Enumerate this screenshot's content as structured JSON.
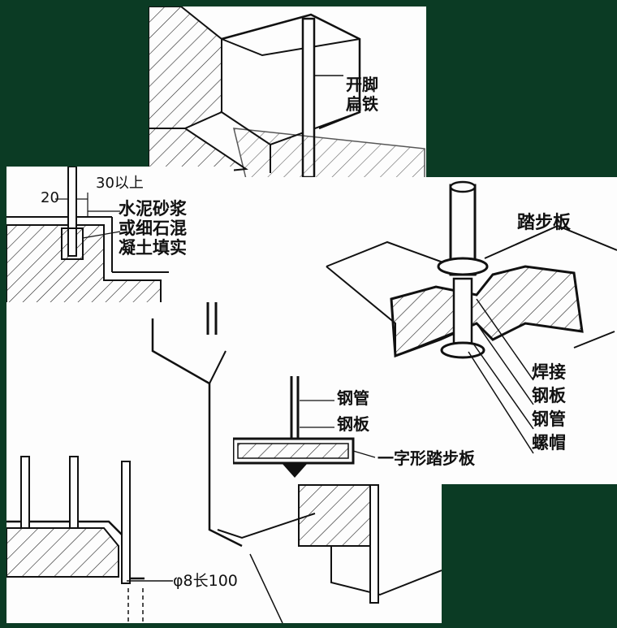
{
  "page": {
    "background": "#0b3b24"
  },
  "panels": {
    "top_center": {
      "label_line1": "开脚",
      "label_line2": "扁铁"
    },
    "top_left": {
      "dim_left": "20",
      "dim_right": "30以上",
      "fill_line1": "水泥砂浆",
      "fill_line2": "或细石混",
      "fill_line3": "凝土填实"
    },
    "right": {
      "title": "踏步板",
      "callouts": [
        "焊接",
        "钢板",
        "钢管",
        "螺帽"
      ],
      "tube_label": "钢管",
      "plate_label": "钢板",
      "flat_tread_label": "一字形踏步板"
    },
    "bottom_left": {
      "rod_label": "φ8长100"
    }
  },
  "colors": {
    "ink": "#111111",
    "paper": "#fdfdfd",
    "hatch": "#222222"
  }
}
